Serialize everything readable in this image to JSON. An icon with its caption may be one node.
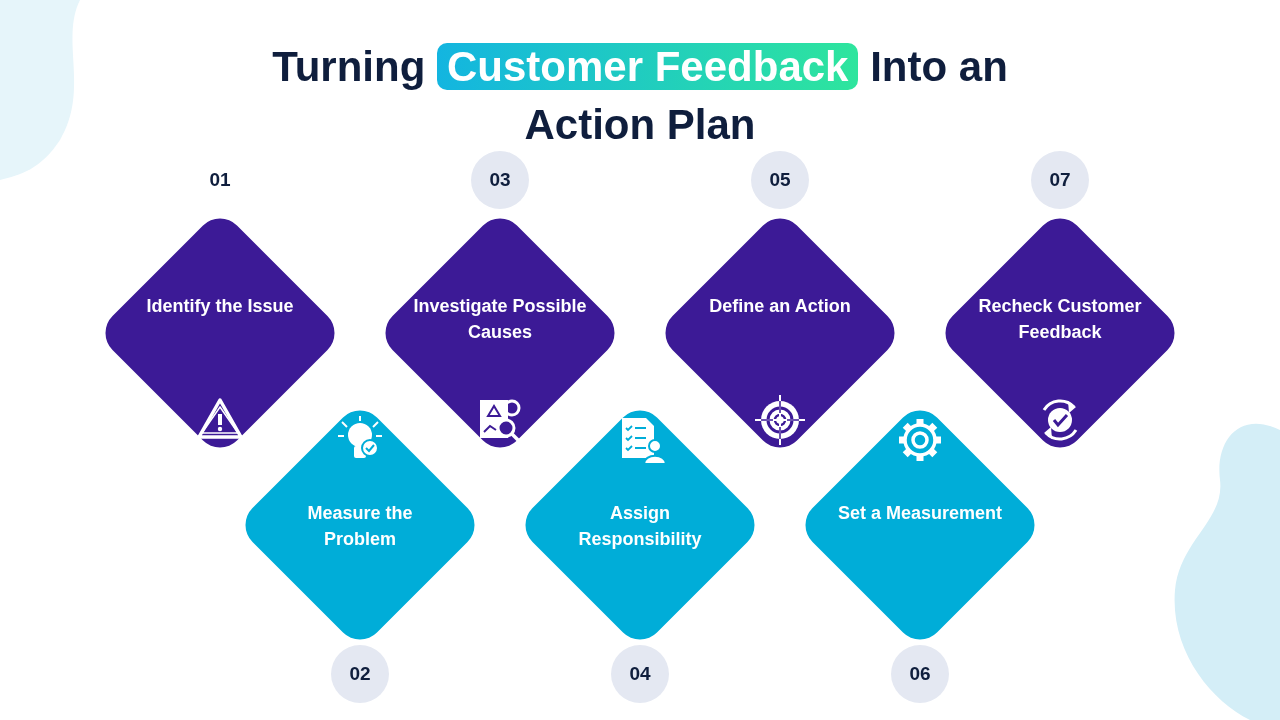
{
  "diagram": {
    "title": "Turning **Customer Feedback** Into an Action Plan",
    "nodes": [
      {
        "text": [
          "Identify the Issue"
        ],
        "beside": [
          "01"
        ]
      },
      {
        "text": [
          "Measure the Problem"
        ],
        "beside": [
          "02"
        ]
      },
      {
        "text": [
          "Investigate Possible Causes"
        ],
        "beside": [
          "03"
        ]
      },
      {
        "text": [
          "Assign Responsibility"
        ],
        "beside": [
          "04"
        ]
      },
      {
        "text": [
          "Define an Action"
        ],
        "beside": [
          "05"
        ]
      },
      {
        "text": [
          "Set a Measurement"
        ],
        "beside": [
          "06"
        ]
      },
      {
        "text": [
          "Recheck Customer Feedback"
        ],
        "beside": [
          "07"
        ]
      }
    ]
  }
}
